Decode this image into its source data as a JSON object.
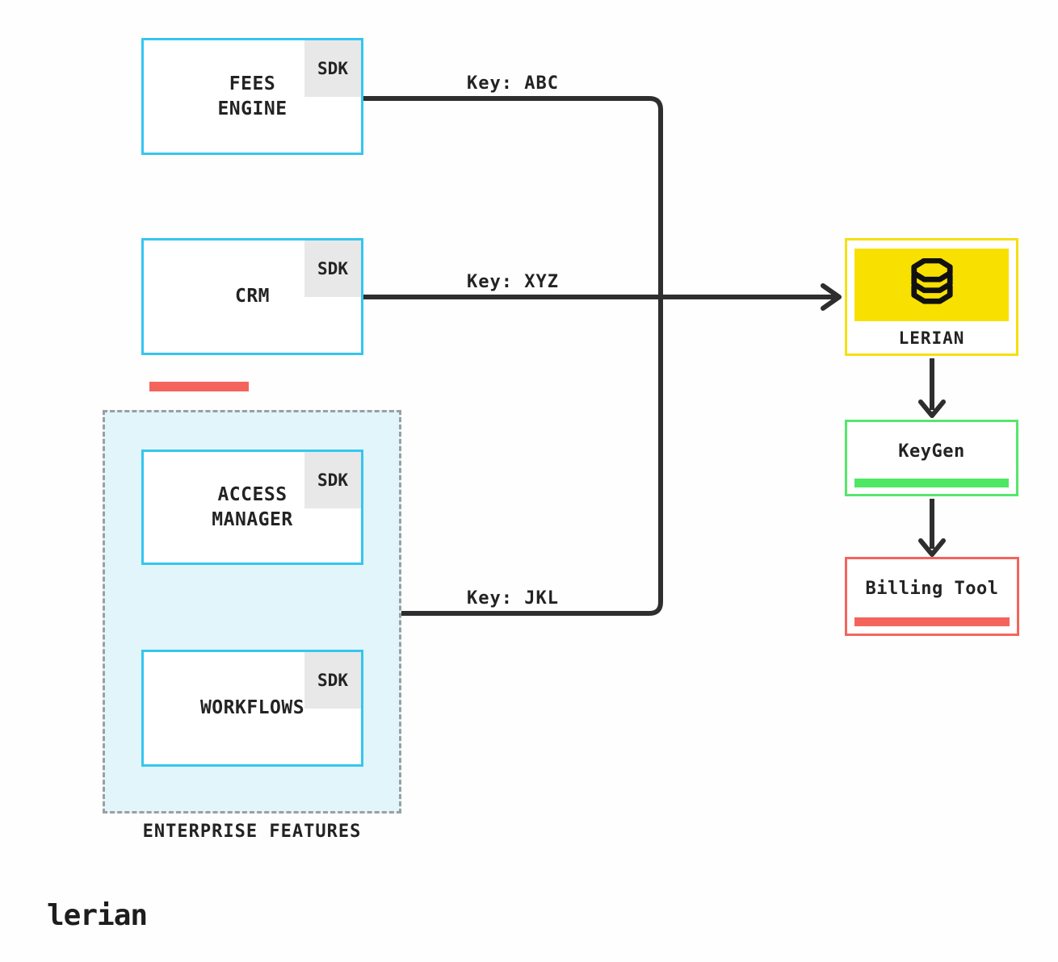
{
  "diagram": {
    "nodes": {
      "fees_engine": {
        "label": "FEES\nENGINE",
        "badge": "SDK"
      },
      "crm": {
        "label": "CRM",
        "badge": "SDK"
      },
      "access_manager": {
        "label": "ACCESS\nMANAGER",
        "badge": "SDK"
      },
      "workflows": {
        "label": "WORKFLOWS",
        "badge": "SDK"
      },
      "lerian": {
        "label": "LERIAN",
        "icon": "database-icon"
      },
      "keygen": {
        "label": "KeyGen"
      },
      "billing_tool": {
        "label": "Billing Tool"
      }
    },
    "group": {
      "label": "ENTERPRISE FEATURES"
    },
    "edges": [
      {
        "id": "fees-engine-to-lerian",
        "label": "Key: ABC"
      },
      {
        "id": "crm-to-lerian",
        "label": "Key: XYZ"
      },
      {
        "id": "enterprise-to-lerian",
        "label": "Key: JKL"
      }
    ],
    "colors": {
      "cyan_border": "#35c6ee",
      "group_fill": "#e1f5fb",
      "group_dash": "#9b9fa1",
      "badge_bg": "#e8e8e8",
      "yellow": "#f8e000",
      "green_border": "#55e76c",
      "green_bar": "#4de763",
      "red": "#f4645c",
      "wire": "#2e2e2e",
      "text": "#232323"
    }
  },
  "footer": {
    "logo": "lerian"
  }
}
